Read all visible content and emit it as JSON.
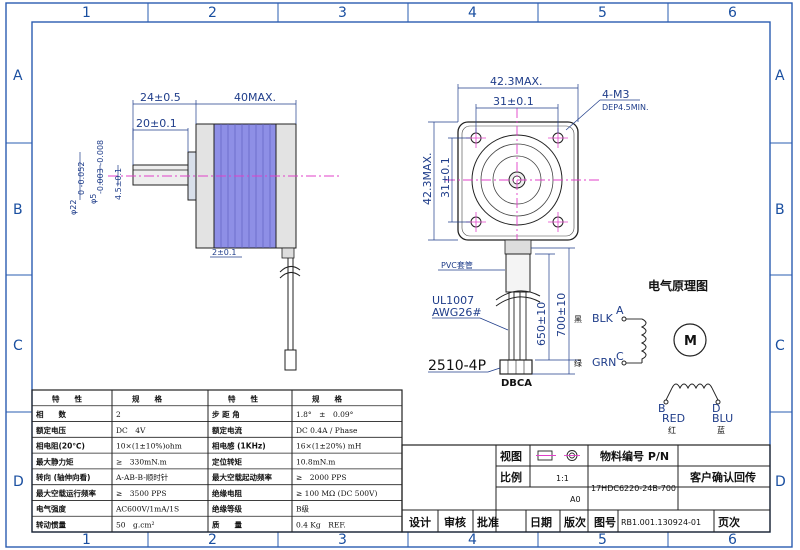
{
  "frame": {
    "columns": [
      "1",
      "2",
      "3",
      "4",
      "5",
      "6"
    ],
    "rows": [
      "A",
      "B",
      "C",
      "D"
    ]
  },
  "side_view": {
    "dim_24": "24±0.5",
    "dim_40max": "40MAX.",
    "dim_20": "20±0.1",
    "dim_22": "φ22",
    "dim_22_tol": "0\n-0.052",
    "dim_5": "φ5",
    "dim_5_tol": "-0.003\n-0.008",
    "dim_45": "4.5±0.1",
    "dim_2": "2±0.1"
  },
  "front_view": {
    "dim_423max_h": "42.3MAX.",
    "dim_31_h": "31±0.1",
    "dim_4m3": "4-M3",
    "dim_dep": "DEP4.5MIN.",
    "dim_423max_v": "42.3MAX.",
    "dim_31_v": "31±0.1"
  },
  "cable": {
    "pvc": "PVC套管",
    "wire_type": "UL1007",
    "awg": "AWG26#",
    "dim_650": "650±10",
    "dim_700": "700±10",
    "connector": "2510-4P",
    "pins": "DBCA"
  },
  "electrical": {
    "title": "电气原理图",
    "pin_a": "A",
    "pin_c": "C",
    "pin_b": "B",
    "pin_d": "D",
    "black_cn": "黑",
    "blk": "BLK",
    "green_cn": "绿",
    "grn": "GRN",
    "red": "RED",
    "red_cn": "红",
    "blu": "BLU",
    "blu_cn": "蓝",
    "motor": "M"
  },
  "spec_table": {
    "headers": [
      "特　　性",
      "规　　格",
      "特　　性",
      "规　　格"
    ],
    "rows": [
      [
        "相　　数",
        "2",
        "步 距 角",
        "1.8°　±　0.09°"
      ],
      [
        "额定电压",
        "DC　4V",
        "额定电流",
        "DC 0.4A / Phase"
      ],
      [
        "相电阻(20℃)",
        "10×(1±10%)ohm",
        "相电感 (1KHz)",
        "16×(1±20%) mH"
      ],
      [
        "最大静力矩",
        "≥　330mN.m",
        "定位转矩",
        "10.8mN.m"
      ],
      [
        "转向 (轴伸向看)",
        "A-AB-B-顺时针",
        "最大空载起动频率",
        "≥　2000 PPS"
      ],
      [
        "最大空载运行频率",
        "≥　3500 PPS",
        "绝缘电阻",
        "≥ 100 MΩ (DC 500V)"
      ],
      [
        "电气强度",
        "AC600V/1mA/1S",
        "绝缘等级",
        "B级"
      ],
      [
        "转动惯量",
        "50　g.cm²",
        "质　　量",
        "0.4 Kg　REF."
      ]
    ]
  },
  "title_block": {
    "view_label": "视图",
    "pn_label": "物料编号 P/N",
    "ratio_label": "比例",
    "ratio_value": "1:1",
    "pn_value": "17HDC6220-24B-700",
    "confirm": "客户确认回传",
    "size": "A0",
    "design": "设计",
    "check": "审核",
    "approve": "批准",
    "date": "日期",
    "revision": "版次",
    "drawing_no_label": "图号",
    "drawing_no": "RB1.001.130924-01",
    "page": "页次"
  }
}
